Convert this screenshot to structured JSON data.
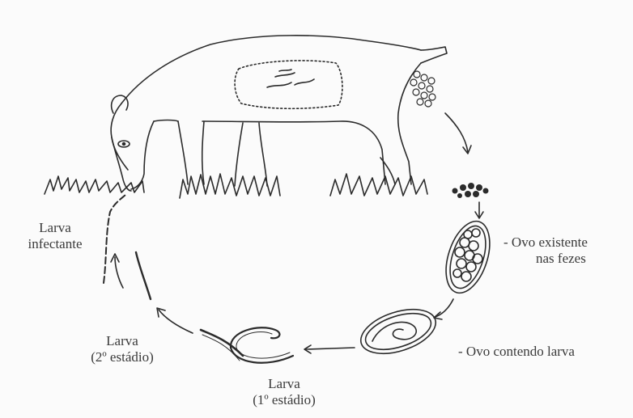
{
  "labels": {
    "infective_line1": "Larva",
    "infective_line2": "infectante",
    "egg_feces_line1": "- Ovo existente",
    "egg_feces_line2": "nas fezes",
    "egg_larva": "- Ovo contendo larva",
    "larva2_line1": "Larva",
    "larva2_line2": "(2º estádio)",
    "larva1_line1": "Larva",
    "larva1_line2": "(1º estádio)"
  },
  "colors": {
    "ink": "#2b2b2b",
    "background": "#fbfbfb"
  }
}
